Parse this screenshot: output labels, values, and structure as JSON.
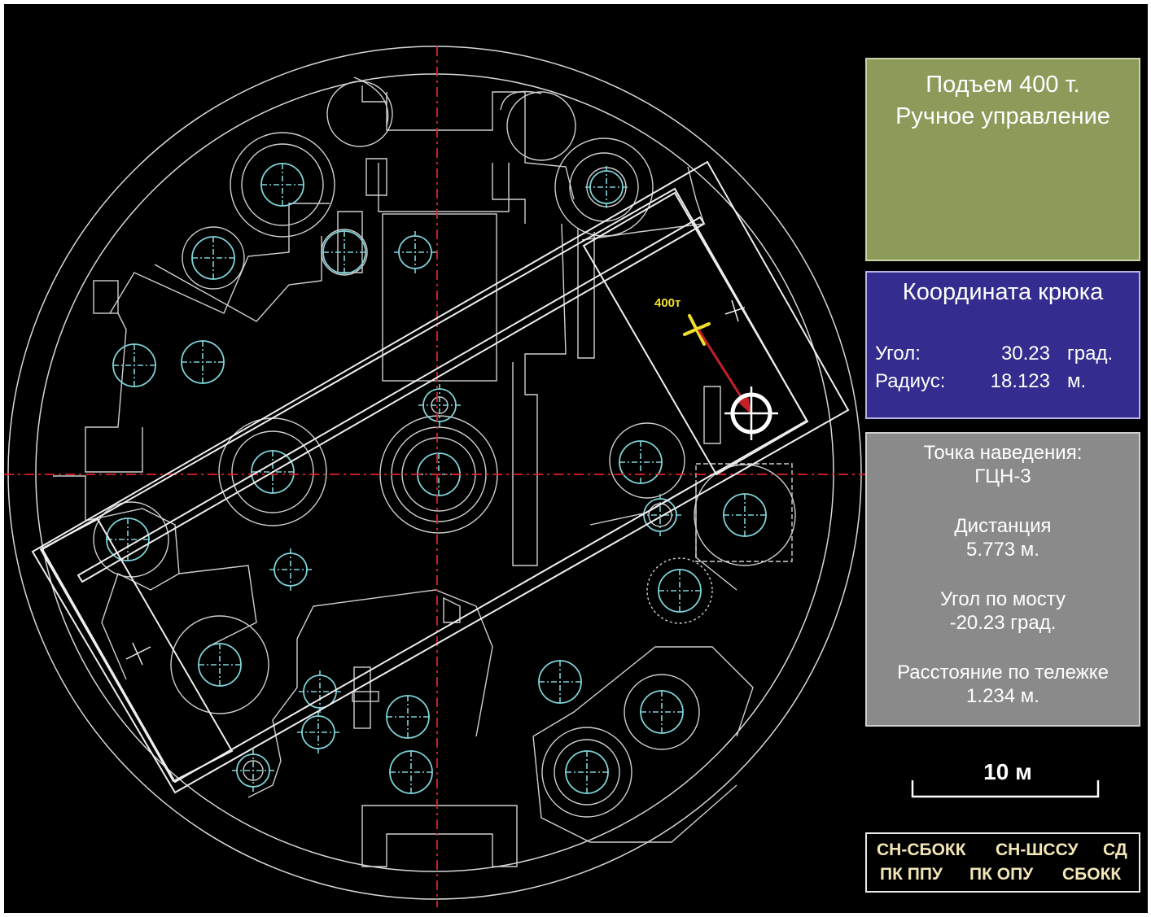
{
  "mode_panel": {
    "line1": "Подъем 400 т.",
    "line2": "Ручное управление"
  },
  "hook_panel": {
    "title": "Координата крюка",
    "angle": {
      "label": "Угол:",
      "value": "30.23",
      "unit": "град."
    },
    "radius": {
      "label": "Радиус:",
      "value": "18.123",
      "unit": "м."
    }
  },
  "target_panel": {
    "heading": "Точка наведения:",
    "target": "ГЦН-3",
    "distance_label": "Дистанция",
    "distance_value": "5.773 м.",
    "bridge_angle_label": "Угол по мосту",
    "bridge_angle_value": "-20.23 град.",
    "trolley_label": "Расстояние по тележке",
    "trolley_value": "1.234 м."
  },
  "scale": {
    "label": "10 м"
  },
  "map": {
    "hook_label": "400т"
  },
  "systems": {
    "row1": [
      "СН-СБОКК",
      "СН-ШССУ",
      "СД"
    ],
    "row2": [
      "ПК ППУ",
      "ПК ОПУ",
      "СБОКК"
    ]
  },
  "colors": {
    "background": "#000000",
    "outline": "#d8d8d8",
    "equipment": "#7fd3d8",
    "axis": "#e0202a",
    "hook_marker": "#f1df2b",
    "mode_panel": "#8c9a5a",
    "hook_panel": "#342c8e",
    "target_panel": "#8a8a8a"
  }
}
